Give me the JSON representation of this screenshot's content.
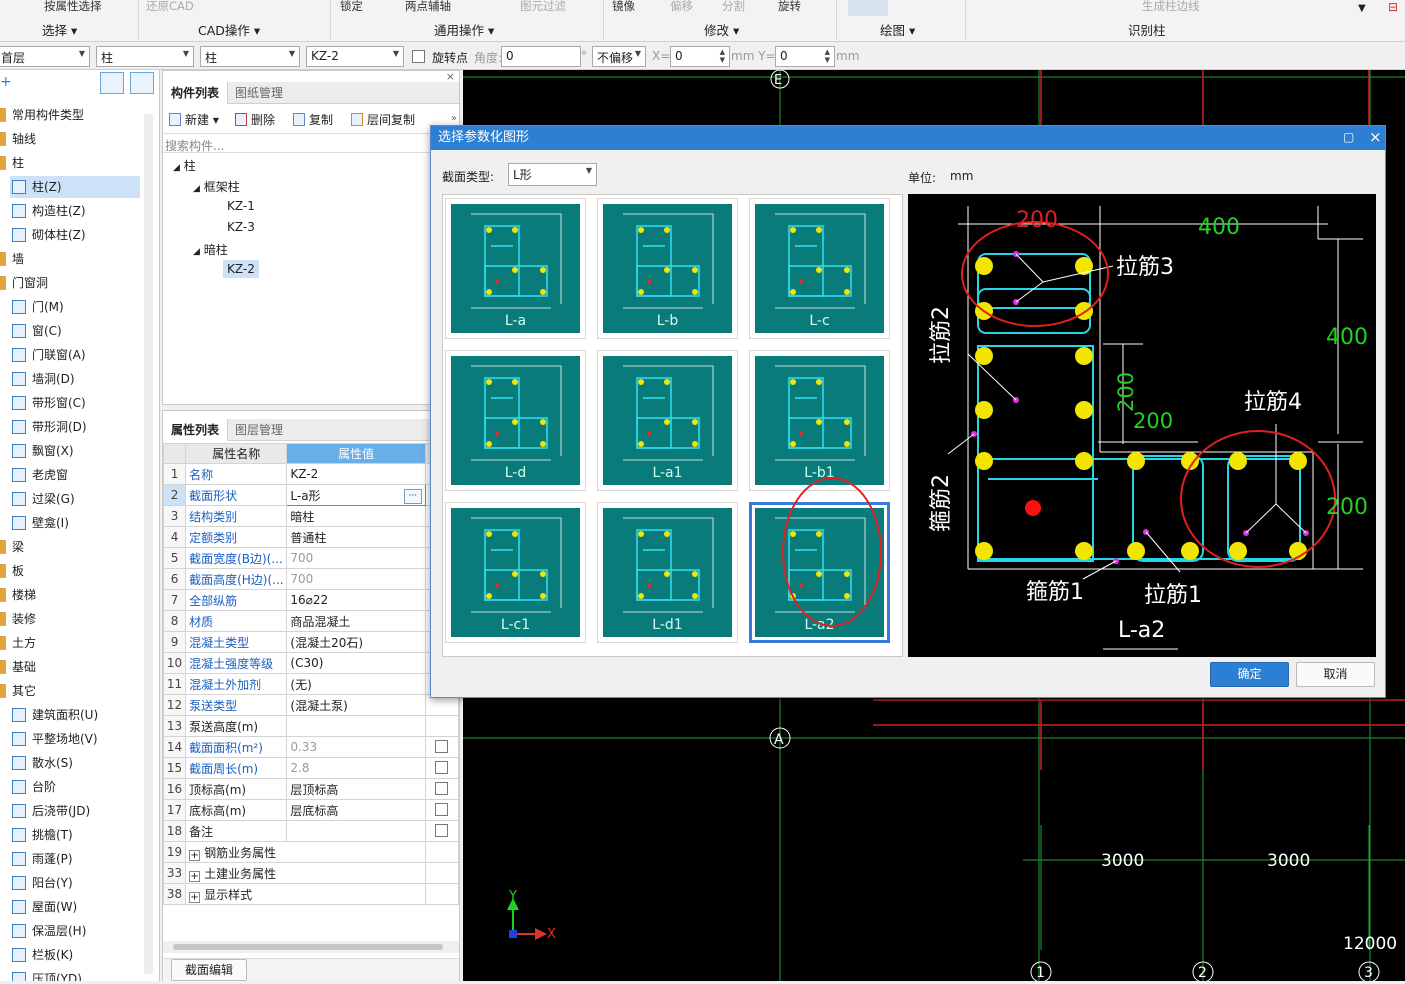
{
  "ribbon": {
    "top_items": [
      "按属性选择",
      "还原CAD",
      "锁定",
      "两点辅轴",
      "图元过滤",
      "镜像",
      "偏移",
      "分割",
      "旋转",
      "生成柱边线"
    ],
    "groups": [
      "选择",
      "CAD操作",
      "通用操作",
      "修改",
      "绘图",
      "识别柱"
    ]
  },
  "optbar": {
    "floor": "首层",
    "type1": "柱",
    "type2": "柱",
    "component": "KZ-2",
    "rotate_point_label": "旋转点",
    "angle_label": "角度:",
    "angle_value": "0",
    "angle_unit": "°",
    "offset_mode": "不偏移",
    "x_label": "X=",
    "x_value": "0",
    "y_label": "mm Y=",
    "y_value": "0",
    "unit": "mm"
  },
  "nav": {
    "items": [
      {
        "label": "常用构件类型",
        "level": 0
      },
      {
        "label": "轴线",
        "level": 0
      },
      {
        "label": "柱",
        "level": 0
      },
      {
        "label": "柱(Z)",
        "level": 1,
        "selected": true
      },
      {
        "label": "构造柱(Z)",
        "level": 1
      },
      {
        "label": "砌体柱(Z)",
        "level": 1
      },
      {
        "label": "墙",
        "level": 0
      },
      {
        "label": "门窗洞",
        "level": 0
      },
      {
        "label": "门(M)",
        "level": 1
      },
      {
        "label": "窗(C)",
        "level": 1
      },
      {
        "label": "门联窗(A)",
        "level": 1
      },
      {
        "label": "墙洞(D)",
        "level": 1
      },
      {
        "label": "带形窗(C)",
        "level": 1
      },
      {
        "label": "带形洞(D)",
        "level": 1
      },
      {
        "label": "飘窗(X)",
        "level": 1
      },
      {
        "label": "老虎窗",
        "level": 1
      },
      {
        "label": "过梁(G)",
        "level": 1
      },
      {
        "label": "壁龛(I)",
        "level": 1
      },
      {
        "label": "梁",
        "level": 0
      },
      {
        "label": "板",
        "level": 0
      },
      {
        "label": "楼梯",
        "level": 0
      },
      {
        "label": "装修",
        "level": 0
      },
      {
        "label": "土方",
        "level": 0
      },
      {
        "label": "基础",
        "level": 0
      },
      {
        "label": "其它",
        "level": 0
      },
      {
        "label": "建筑面积(U)",
        "level": 1
      },
      {
        "label": "平整场地(V)",
        "level": 1
      },
      {
        "label": "散水(S)",
        "level": 1
      },
      {
        "label": "台阶",
        "level": 1
      },
      {
        "label": "后浇带(JD)",
        "level": 1
      },
      {
        "label": "挑檐(T)",
        "level": 1
      },
      {
        "label": "雨蓬(P)",
        "level": 1
      },
      {
        "label": "阳台(Y)",
        "level": 1
      },
      {
        "label": "屋面(W)",
        "level": 1
      },
      {
        "label": "保温层(H)",
        "level": 1
      },
      {
        "label": "栏板(K)",
        "level": 1
      },
      {
        "label": "压顶(YD)",
        "level": 1
      }
    ]
  },
  "component_panel": {
    "tabs": [
      "构件列表",
      "图纸管理"
    ],
    "toolbar": {
      "new": "新建",
      "delete": "删除",
      "copy": "复制",
      "floor_copy": "层间复制"
    },
    "search_placeholder": "搜索构件...",
    "tree": {
      "root": "柱",
      "group1": "框架柱",
      "group1_items": [
        "KZ-1",
        "KZ-3"
      ],
      "group2": "暗柱",
      "group2_items": [
        "KZ-2"
      ]
    }
  },
  "property_panel": {
    "tabs": [
      "属性列表",
      "图层管理"
    ],
    "headers": [
      "属性名称",
      "属性值"
    ],
    "rows": [
      {
        "n": "1",
        "k": "名称",
        "v": "KZ-2",
        "blue": true
      },
      {
        "n": "2",
        "k": "截面形状",
        "v": "L-a形",
        "blue": true,
        "sel": true
      },
      {
        "n": "3",
        "k": "结构类别",
        "v": "暗柱",
        "blue": true
      },
      {
        "n": "4",
        "k": "定额类别",
        "v": "普通柱",
        "blue": true
      },
      {
        "n": "5",
        "k": "截面宽度(B边)(...",
        "v": "700",
        "blue": true,
        "grey": true
      },
      {
        "n": "6",
        "k": "截面高度(H边)(...",
        "v": "700",
        "blue": true,
        "grey": true
      },
      {
        "n": "7",
        "k": "全部纵筋",
        "v": "16⌀22",
        "blue": true
      },
      {
        "n": "8",
        "k": "材质",
        "v": "商品混凝土",
        "blue": true
      },
      {
        "n": "9",
        "k": "混凝土类型",
        "v": "(混凝土20石)",
        "blue": true
      },
      {
        "n": "10",
        "k": "混凝土强度等级",
        "v": "(C30)",
        "blue": true
      },
      {
        "n": "11",
        "k": "混凝土外加剂",
        "v": "(无)",
        "blue": true
      },
      {
        "n": "12",
        "k": "泵送类型",
        "v": "(混凝土泵)",
        "blue": true
      },
      {
        "n": "13",
        "k": "泵送高度(m)",
        "v": ""
      },
      {
        "n": "14",
        "k": "截面面积(m²)",
        "v": "0.33",
        "blue": true,
        "grey": true,
        "chk": true
      },
      {
        "n": "15",
        "k": "截面周长(m)",
        "v": "2.8",
        "blue": true,
        "grey": true,
        "chk": true
      },
      {
        "n": "16",
        "k": "顶标高(m)",
        "v": "层顶标高",
        "chk": true
      },
      {
        "n": "17",
        "k": "底标高(m)",
        "v": "层底标高",
        "chk": true
      },
      {
        "n": "18",
        "k": "备注",
        "v": "",
        "chk": true
      },
      {
        "n": "19",
        "k": "钢筋业务属性",
        "v": "",
        "plus": true
      },
      {
        "n": "33",
        "k": "土建业务属性",
        "v": "",
        "plus": true
      },
      {
        "n": "38",
        "k": "显示样式",
        "v": "",
        "plus": true
      }
    ],
    "bottom_button": "截面编辑"
  },
  "canvas": {
    "axis_labels": [
      "E",
      "A",
      "1",
      "2",
      "3"
    ],
    "dims": [
      "3000",
      "3000",
      "12000"
    ],
    "ucs": {
      "x": "X",
      "y": "Y"
    }
  },
  "dialog": {
    "title": "选择参数化图形",
    "section_type_label": "截面类型:",
    "section_type_value": "L形",
    "unit_label": "单位:",
    "unit_value": "mm",
    "shapes": [
      "L-a",
      "L-b",
      "L-c",
      "L-d",
      "L-a1",
      "L-b1",
      "L-c1",
      "L-d1",
      "L-a2"
    ],
    "selected_shape": "L-a2",
    "preview": {
      "name": "L-a2",
      "dims": [
        "200",
        "400",
        "400",
        "200",
        "200",
        "200"
      ],
      "labels": [
        "拉筋3",
        "拉筋2",
        "拉筋4",
        "箍筋2",
        "箍筋1",
        "拉筋1"
      ]
    },
    "ok": "确定",
    "cancel": "取消"
  },
  "colors": {
    "accent": "#2d7fd3",
    "teal": "#0a7b7b",
    "annotation_red": "#e02020"
  }
}
